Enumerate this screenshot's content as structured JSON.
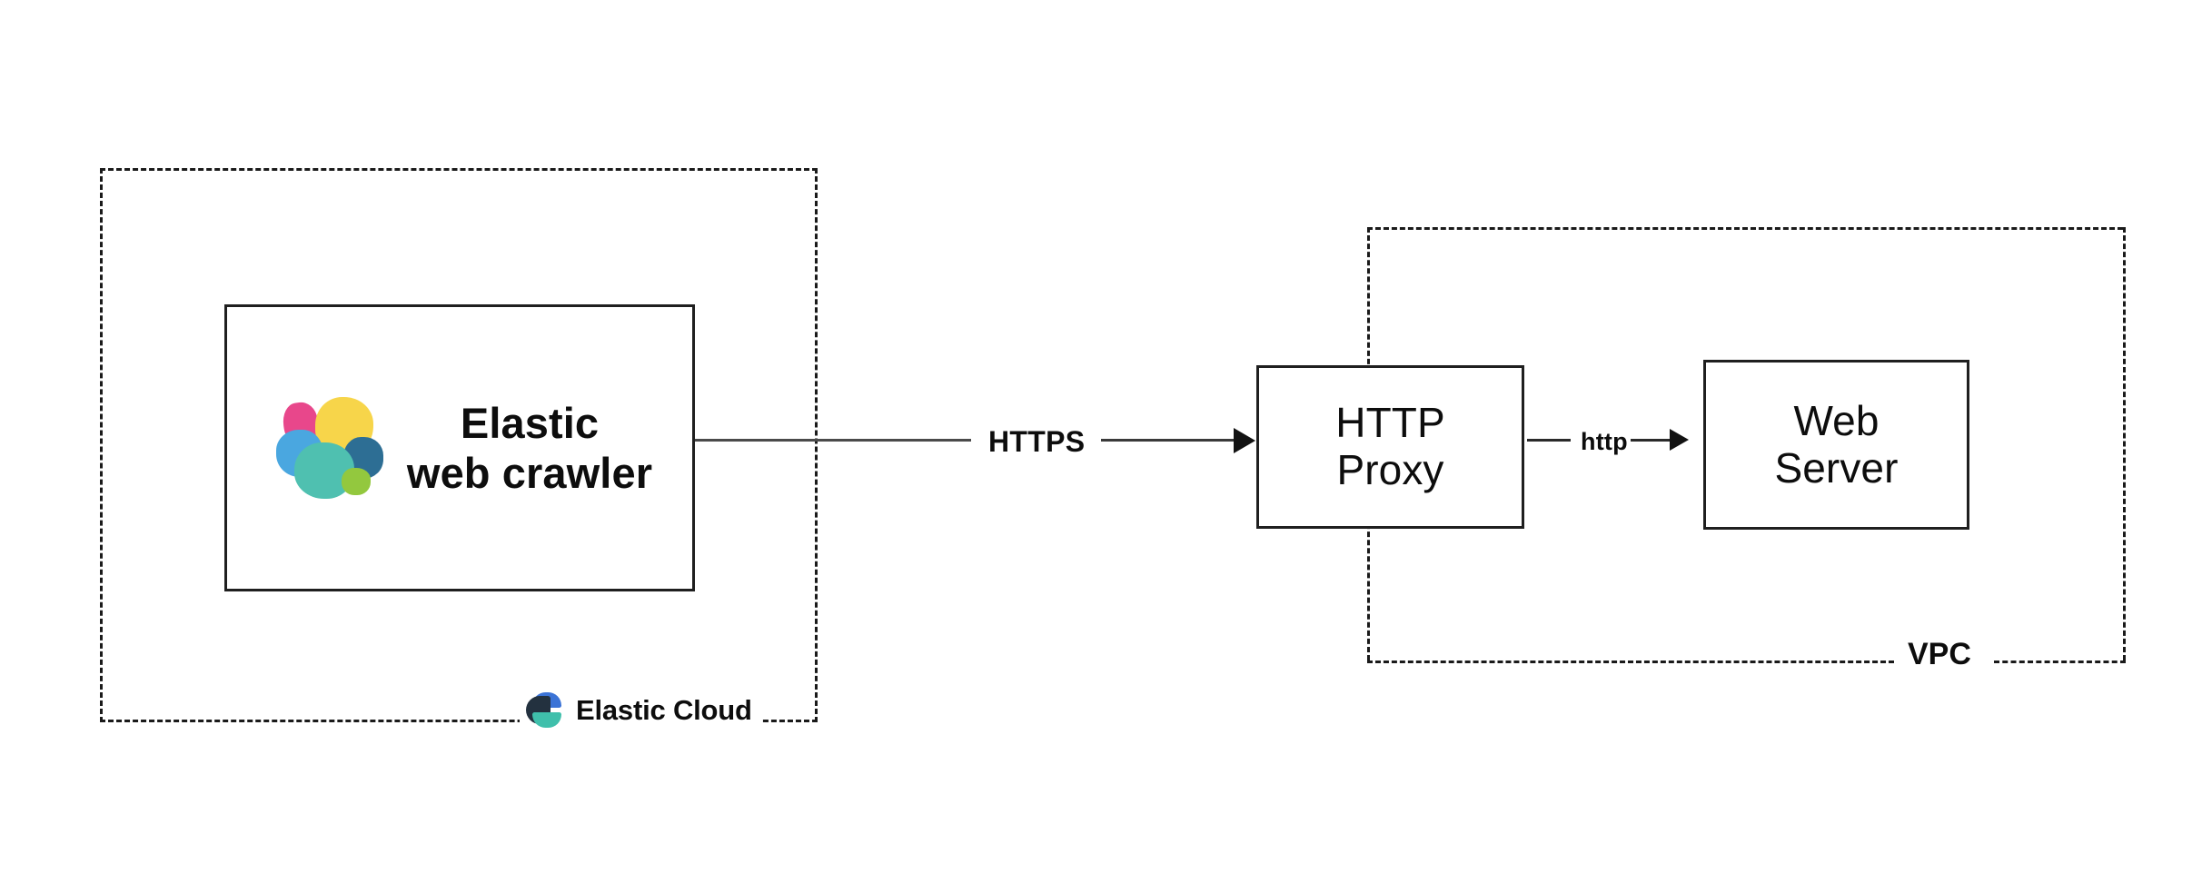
{
  "diagram": {
    "title": "Elastic web crawler to Web Server via HTTP Proxy",
    "background_color": "#ffffff",
    "zones": [
      {
        "id": "elastic-cloud",
        "label": "Elastic Cloud",
        "border_style": "dashed",
        "border_color": "#1a1a1a",
        "label_position": "bottom-right-on-border"
      },
      {
        "id": "vpc",
        "label": "VPC",
        "border_style": "dashed",
        "border_color": "#1a1a1a",
        "label_position": "bottom-right-on-border"
      }
    ],
    "nodes": [
      {
        "id": "elastic-web-crawler",
        "label": "Elastic\nweb crawler",
        "label_line_1": "Elastic",
        "label_line_2": "web crawler",
        "weight": "bold",
        "has_logo": true,
        "logo_name": "elastic-cluster-logo",
        "border_color": "#1f1f1f",
        "fill": "#ffffff",
        "zone": "elastic-cloud"
      },
      {
        "id": "http-proxy",
        "label": "HTTP\nProxy",
        "label_line_1": "HTTP",
        "label_line_2": "Proxy",
        "weight": "normal",
        "border_color": "#1f1f1f",
        "fill": "#ffffff",
        "zone": "vpc"
      },
      {
        "id": "web-server",
        "label": "Web\nServer",
        "label_line_1": "Web",
        "label_line_2": "Server",
        "weight": "normal",
        "border_color": "#1f1f1f",
        "fill": "#ffffff",
        "zone": "vpc"
      }
    ],
    "edges": [
      {
        "id": "crawler-to-proxy",
        "from": "elastic-web-crawler",
        "to": "http-proxy",
        "label": "HTTPS",
        "arrow": "right",
        "line_color": "#3a3a3a"
      },
      {
        "id": "proxy-to-webserver",
        "from": "http-proxy",
        "to": "web-server",
        "label": "http",
        "arrow": "right",
        "line_color": "#2a2a2a"
      }
    ],
    "logo_colors": {
      "pink": "#e8478b",
      "yellow": "#f7d54a",
      "light_blue": "#4aa7e0",
      "dark_blue": "#2d6e94",
      "teal": "#4fc0b0",
      "lime": "#93c83e",
      "cloud_blue": "#3b73d6",
      "cloud_dark": "#23313f",
      "cloud_teal": "#3fbfab"
    }
  }
}
